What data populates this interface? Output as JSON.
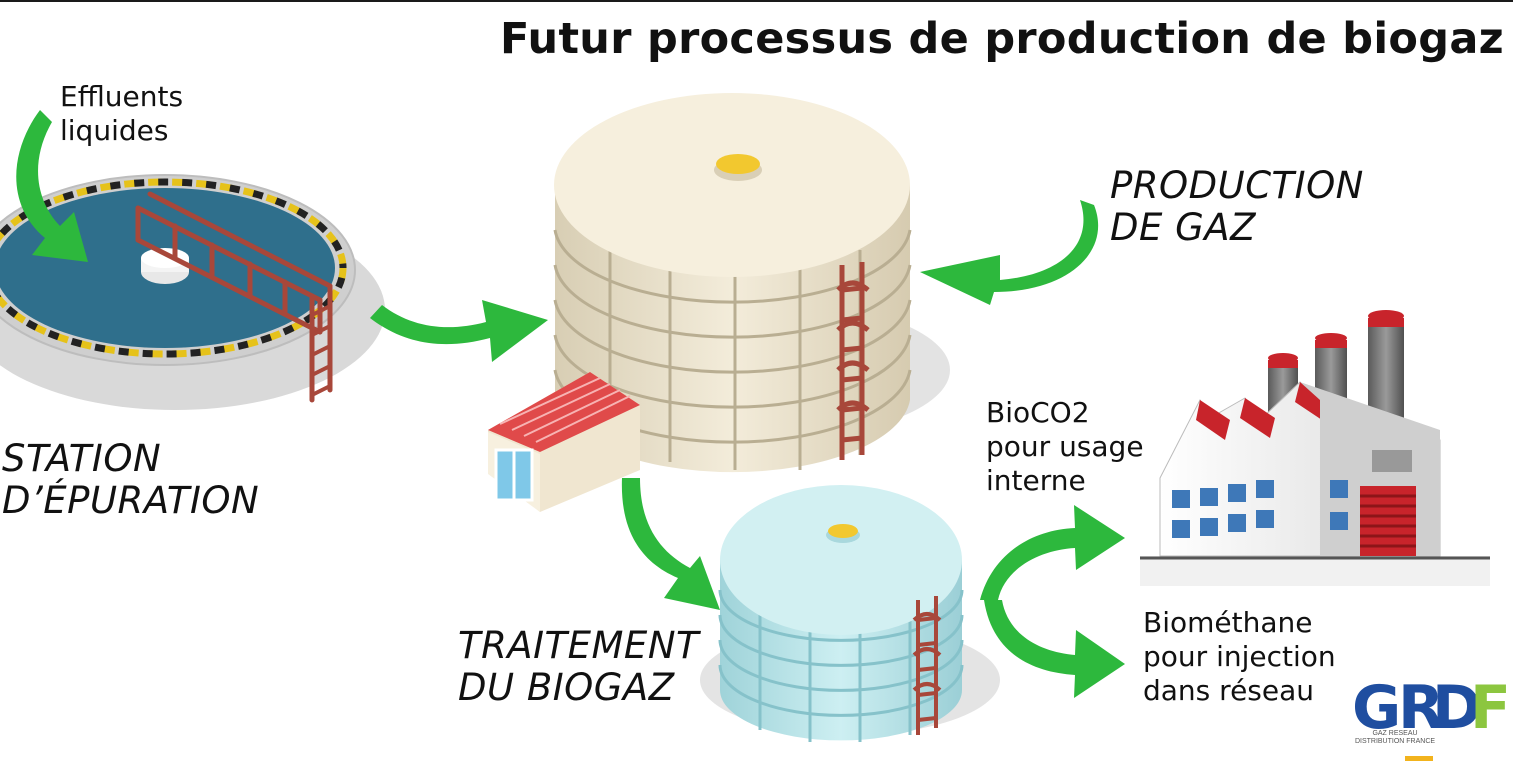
{
  "title": "Futur processus de production de biogaz",
  "labels": {
    "effluents": [
      "Effluents",
      "liquides"
    ],
    "station": [
      "STATION",
      "D’ÉPURATION"
    ],
    "production": [
      "PRODUCTION",
      "DE GAZ"
    ],
    "traitement": [
      "TRAITEMENT",
      "DU BIOGAZ"
    ],
    "bioco2": [
      "BioCO2",
      "pour usage",
      "interne"
    ],
    "biomethane": [
      "Biométhane",
      "pour injection",
      "dans réseau"
    ]
  },
  "logo": {
    "letters": [
      "G",
      "R",
      "D",
      "F"
    ],
    "subtitle": [
      "GAZ RESEAU",
      "DISTRIBUTION FRANCE"
    ]
  },
  "colors": {
    "arrow": "#2db83d",
    "water": "#2f6f8c",
    "tank_beige": "#efe8d4",
    "tank_blue": "#bfe6ea",
    "ladder": "#a8473a",
    "factory_red": "#c8242b",
    "logo_blue": "#1f4ea0",
    "logo_green": "#8cc63f"
  }
}
